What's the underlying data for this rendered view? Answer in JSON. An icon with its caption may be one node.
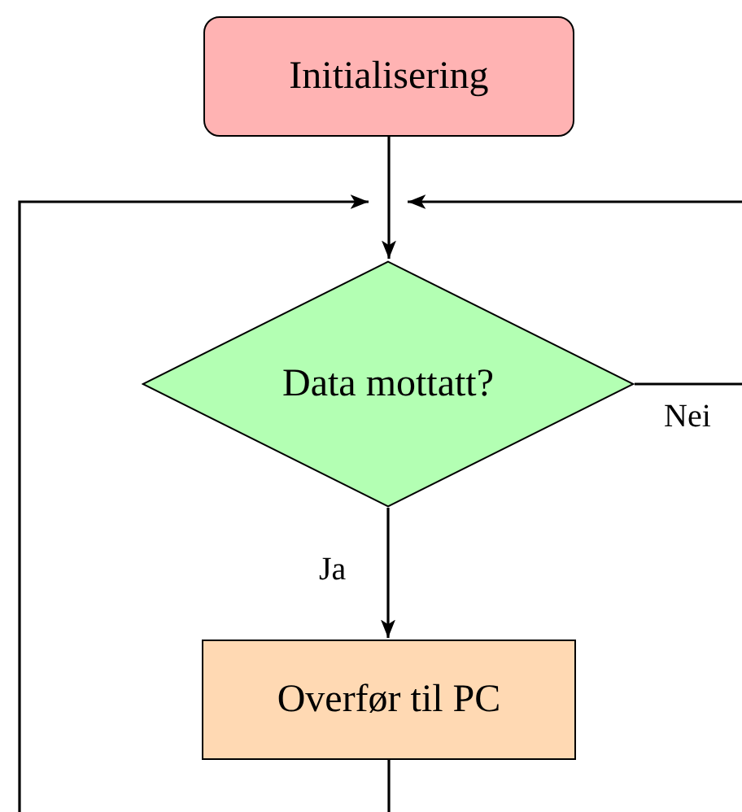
{
  "diagram": {
    "nodes": [
      {
        "text": [
          "Initialisering"
        ]
      },
      {
        "text": [
          "Data mottatt?"
        ]
      },
      {
        "text": [
          "Overfør til PC"
        ]
      }
    ],
    "edges": [
      {
        "from": 0,
        "to": 1,
        "arrow": "to"
      },
      {
        "from": 1,
        "to": 2,
        "arrow": "to",
        "label": "Ja"
      },
      {
        "from": 2,
        "to": 1,
        "arrow": "to"
      },
      {
        "from": 1,
        "to": 1,
        "arrow": "to",
        "label": "Nei"
      }
    ]
  }
}
